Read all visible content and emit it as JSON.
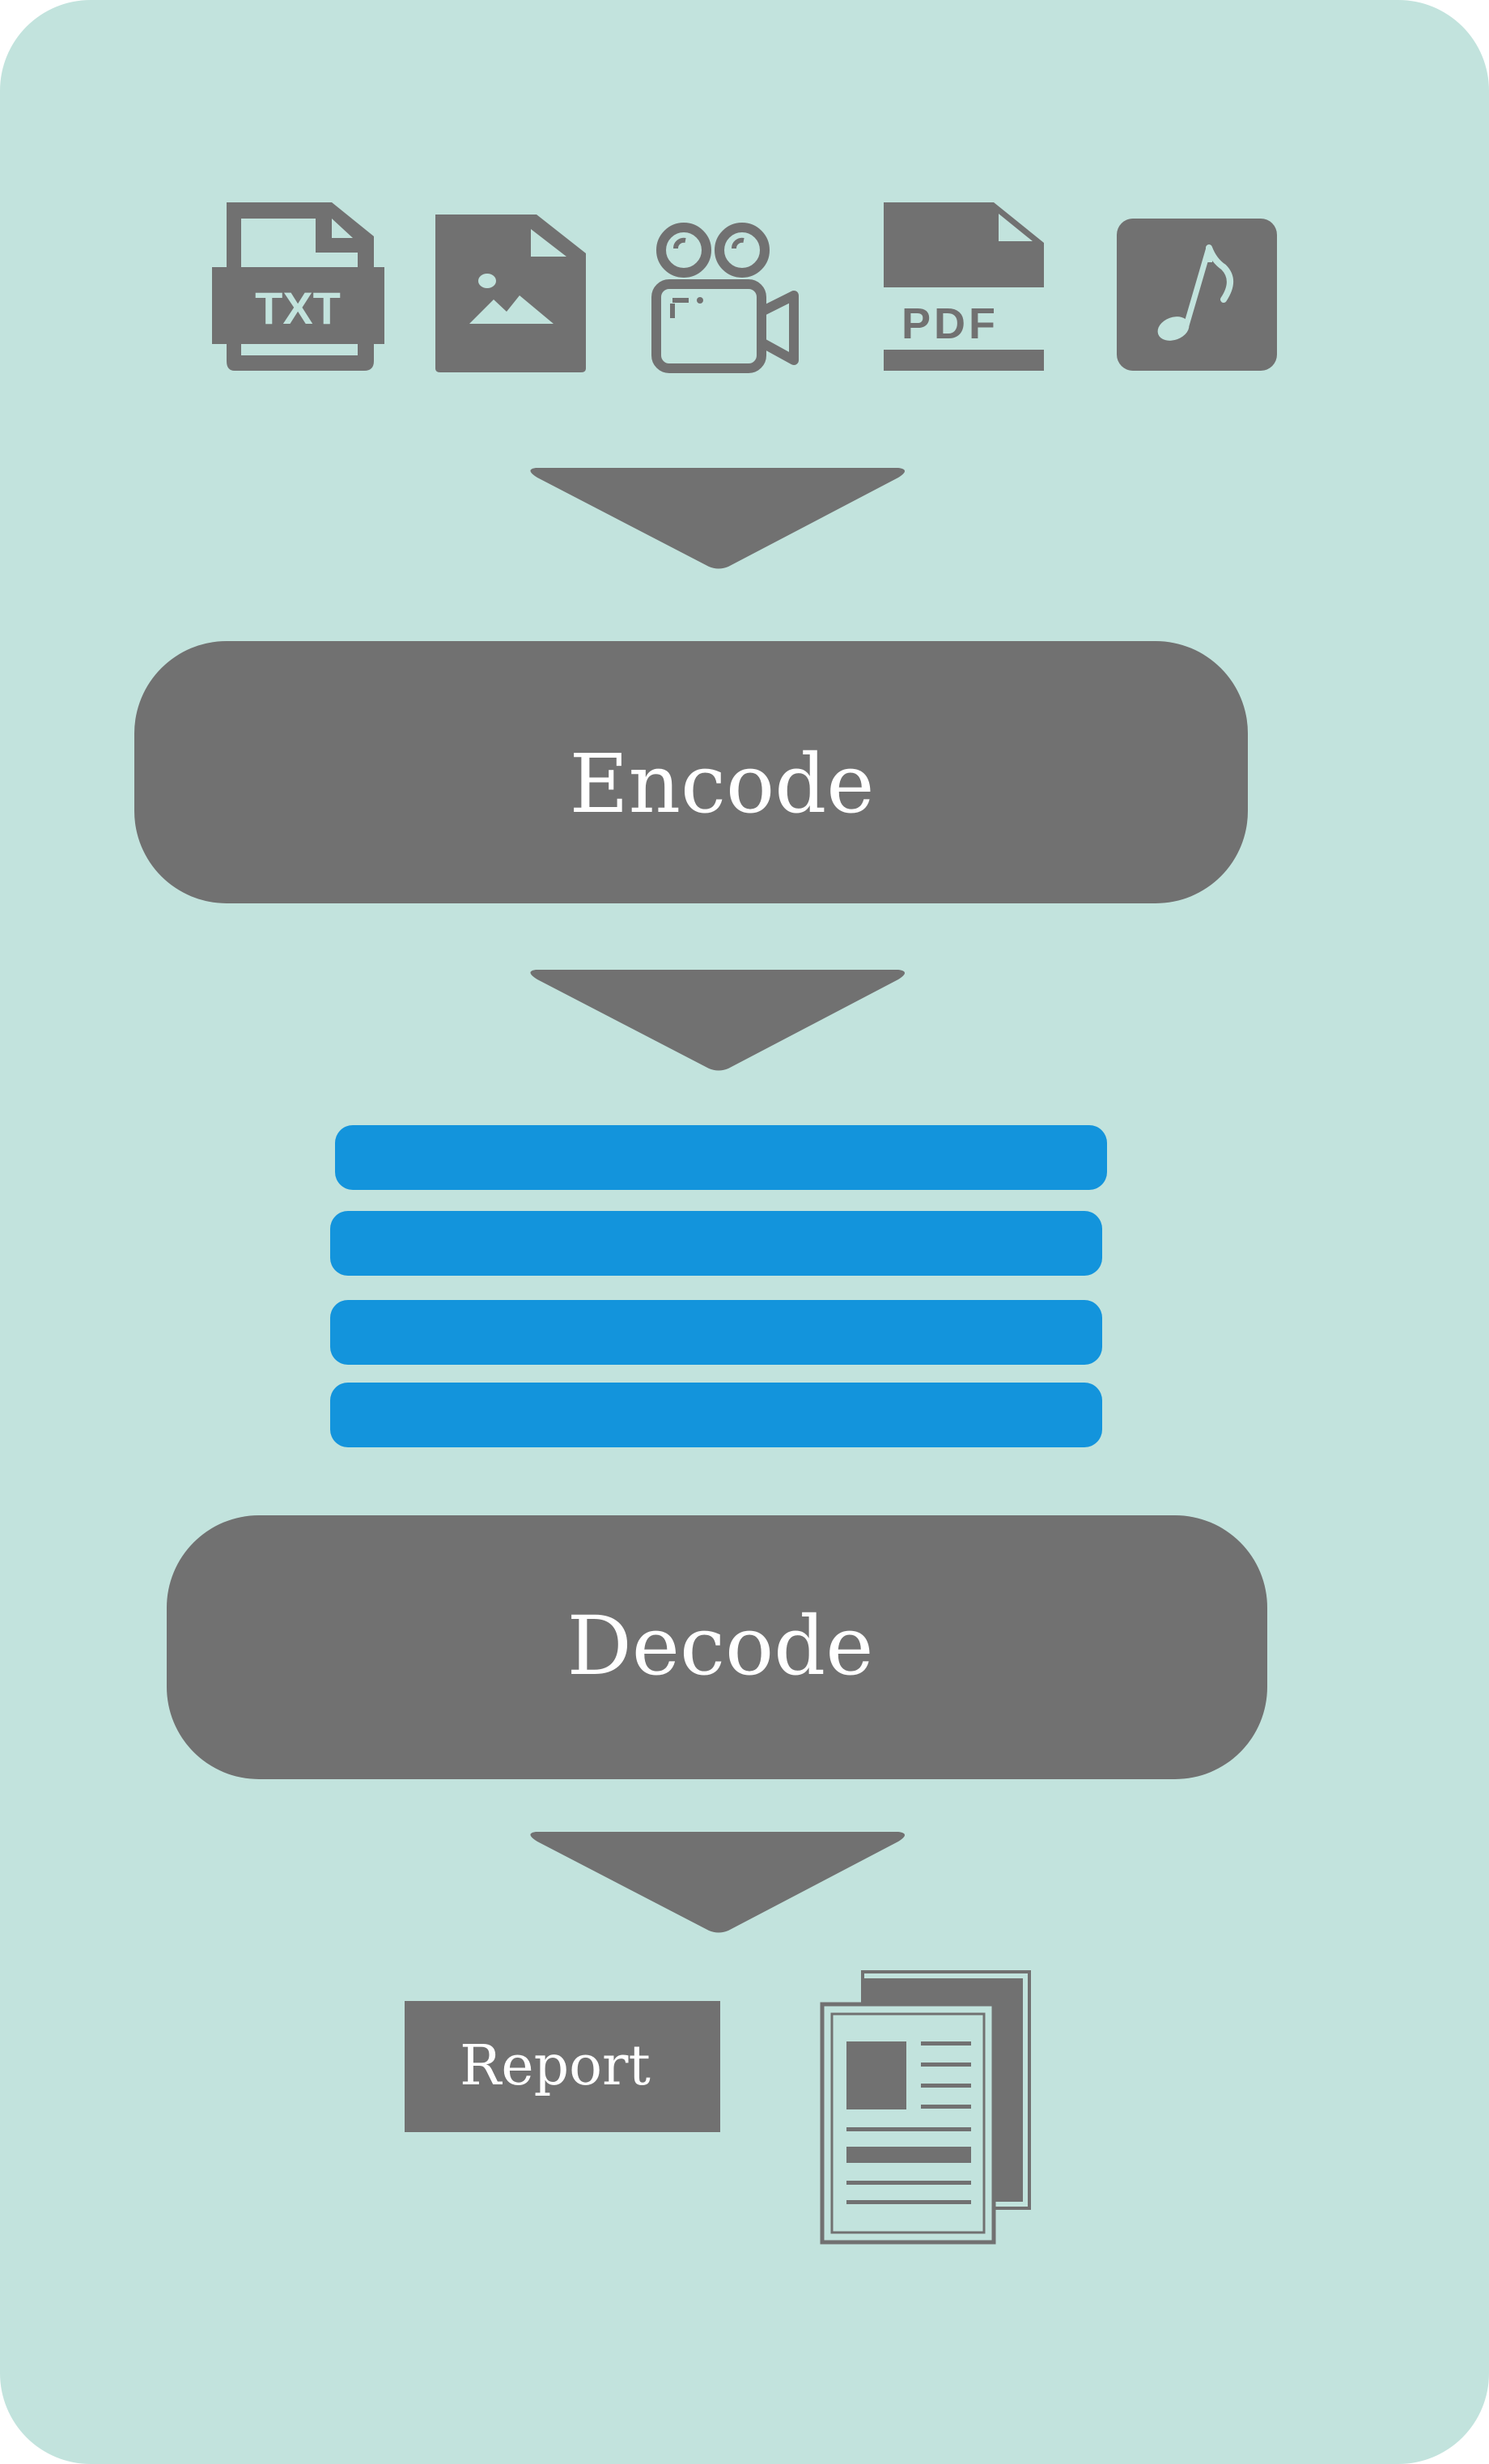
{
  "colors": {
    "panel_bg": "#c2e3dd",
    "block_gray": "#717171",
    "latent_blue": "#1394dc",
    "text_on_block": "#ffffff"
  },
  "inputs": {
    "icons": [
      "txt-file-icon",
      "image-file-icon",
      "video-camera-icon",
      "pdf-file-icon",
      "music-file-icon"
    ],
    "txt_label": "TXT",
    "pdf_label": "PDF"
  },
  "encoder": {
    "label": "Encode"
  },
  "latent": {
    "bar_count": 4
  },
  "decoder": {
    "label": "Decode"
  },
  "output": {
    "label": "Report",
    "icon": "report-documents-icon"
  }
}
